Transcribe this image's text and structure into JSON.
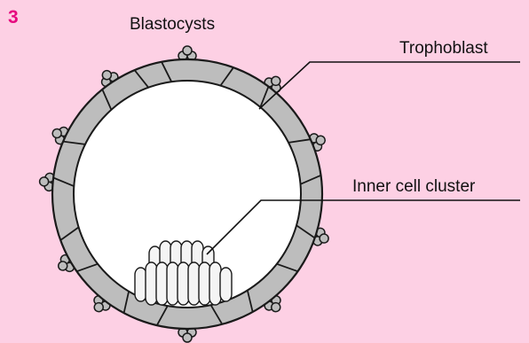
{
  "figure": {
    "number": "3",
    "title": "Blastocysts"
  },
  "labels": {
    "trophoblast": "Trophoblast",
    "inner_cell_cluster": "Inner cell cluster"
  },
  "colors": {
    "background": "#fdd0e4",
    "figure_number": "#e6097f",
    "cell_fill": "#bdbdbd",
    "inner_cell_fill": "#f4f4f4",
    "cavity_fill": "#ffffff",
    "outline": "#1a1a1a"
  }
}
